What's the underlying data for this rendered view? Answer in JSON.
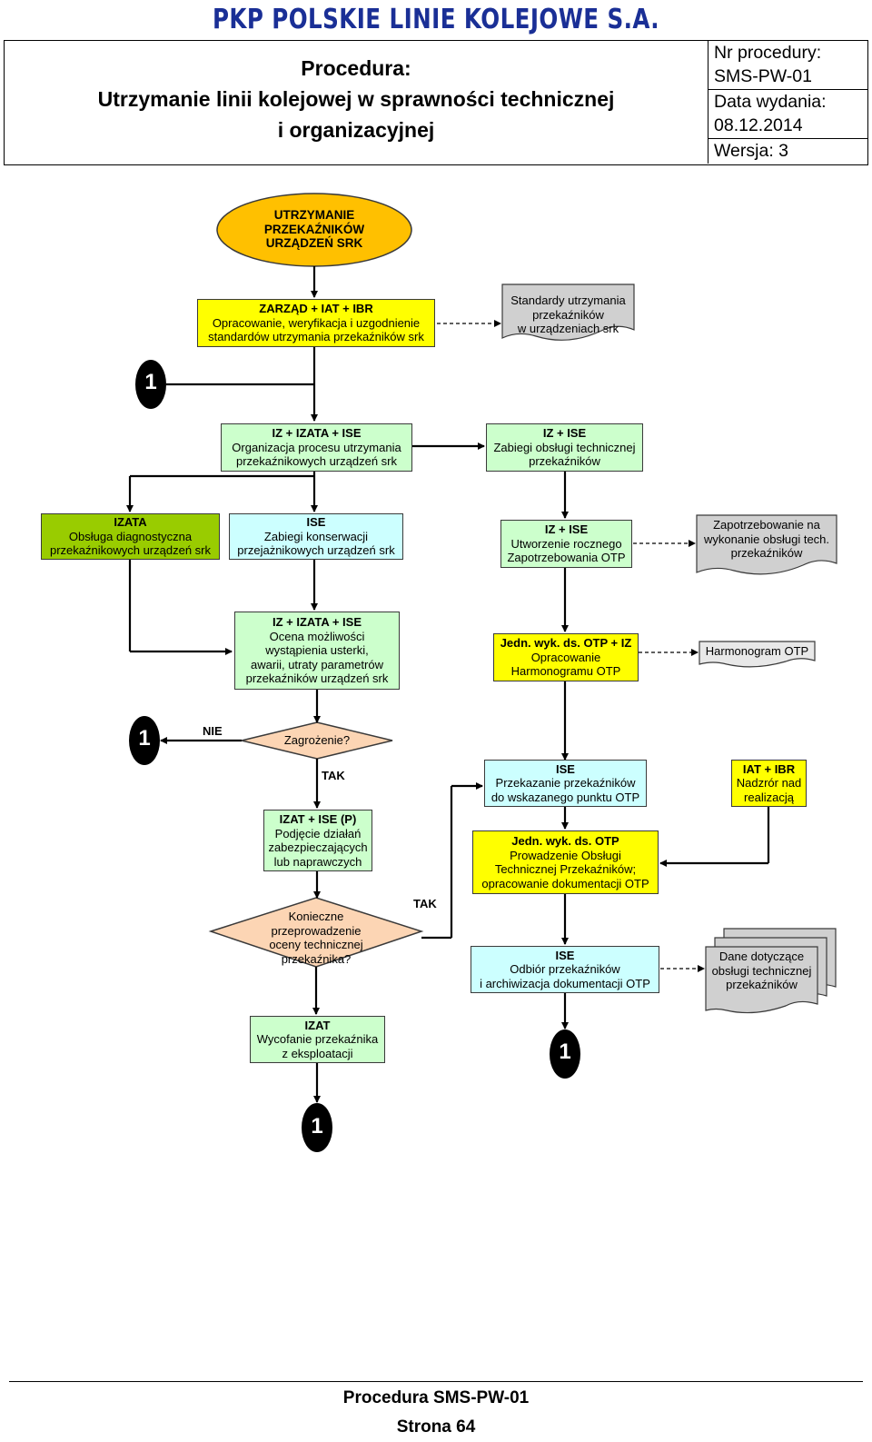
{
  "header": {
    "company": "PKP POLSKIE LINIE KOLEJOWE S.A.",
    "title_line1": "Procedura:",
    "title_line2": "Utrzymanie linii kolejowej w sprawności technicznej",
    "title_line3": "i organizacyjnej",
    "proc_label": "Nr procedury:",
    "proc_value": "SMS-PW-01",
    "date_label": "Data wydania:",
    "date_value": "08.12.2014",
    "version": "Wersja: 3"
  },
  "flow": {
    "start": [
      "UTRZYMANIE",
      "PRZEKAŹNIKÓW",
      "URZĄDZEŃ  SRK"
    ],
    "zarzad": {
      "role": "ZARZĄD  + IAT + IBR",
      "lines": [
        "Opracowanie, weryfikacja i uzgodnienie",
        "standardów utrzymania przekaźników srk"
      ]
    },
    "standardy": [
      "Standardy utrzymania",
      "przekaźników",
      "w urządzeniach srk"
    ],
    "connector": "1",
    "organizacja": {
      "role": "IZ + IZATA + ISE",
      "lines": [
        "Organizacja procesu utrzymania",
        "przekaźnikowych urządzeń srk"
      ]
    },
    "zabiegi_tech": {
      "role": "IZ + ISE",
      "lines": [
        "Zabiegi obsługi technicznej",
        "przekaźników"
      ]
    },
    "izata_diag": {
      "role": "IZATA",
      "lines": [
        "Obsługa diagnostyczna",
        "przekaźnikowych urządzeń srk"
      ]
    },
    "ise_konserw": {
      "role": "ISE",
      "lines": [
        "Zabiegi konserwacji",
        "przejażnikowych urządzeń srk"
      ]
    },
    "utworzenie": {
      "role": "IZ + ISE",
      "lines": [
        "Utworzenie rocznego",
        "Zapotrzebowania  OTP"
      ]
    },
    "zapotrzebowanie": [
      "Zapotrzebowanie  na",
      "wykonanie obsługi tech.",
      "przekaźników"
    ],
    "ocena": {
      "role": "IZ + IZATA + ISE",
      "lines": [
        "Ocena możliwości",
        "wystąpienia usterki,",
        "awarii, utraty parametrów",
        "przekaźników urządzeń srk"
      ]
    },
    "harmonogram_box": {
      "role": "Jedn. wyk. ds. OTP + IZ",
      "lines": [
        "Opracowanie",
        "Harmonogramu  OTP"
      ]
    },
    "harmonogram_doc": "Harmonogram  OTP",
    "nie": "NIE",
    "zagrozenie": "Zagrożenie?",
    "tak1": "TAK",
    "izat_ise": {
      "role": "IZAT + ISE (P)",
      "lines": [
        "Podjęcie działań",
        "zabezpieczających",
        "lub naprawczych"
      ]
    },
    "konieczne": [
      "Konieczne",
      "przeprowadzenie",
      "oceny technicznej",
      "przekaźnika?"
    ],
    "tak2": "TAK",
    "przekazanie": {
      "role": "ISE",
      "lines": [
        "Przekazanie przekaźników",
        "do wskazanego punktu OTP"
      ]
    },
    "nadzor": {
      "role": "IAT + IBR",
      "lines": [
        "Nadzrór nad",
        "realizacją"
      ]
    },
    "prowadzenie": {
      "role": "Jedn. wyk. ds. OTP",
      "lines": [
        "Prowadzenie  Obsługi",
        "Technicznej Przekaźników;",
        "opracowanie  dokumentacji OTP"
      ]
    },
    "odbior": {
      "role": "ISE",
      "lines": [
        "Odbiór  przekaźników",
        "i archiwizacja dokumentacji OTP"
      ]
    },
    "dane": [
      "Dane dotyczące",
      "obsługi technicznej",
      "przekaźników"
    ],
    "wycofanie": {
      "role": "IZAT",
      "lines": [
        "Wycofanie przekaźnika",
        "z eksploatacji"
      ]
    }
  },
  "footer": {
    "line1": "Procedura SMS-PW-01",
    "line2": "Strona 64"
  },
  "colors": {
    "company_blue": "#1a2f96",
    "start_orange": "#ffc000",
    "yellow": "#ffff00",
    "light_green": "#ccffcc",
    "light_blue": "#ccffff",
    "olive_green": "#99cc00",
    "decision_peach": "#fcd5b4",
    "document_gray": "#d0d0d0"
  }
}
